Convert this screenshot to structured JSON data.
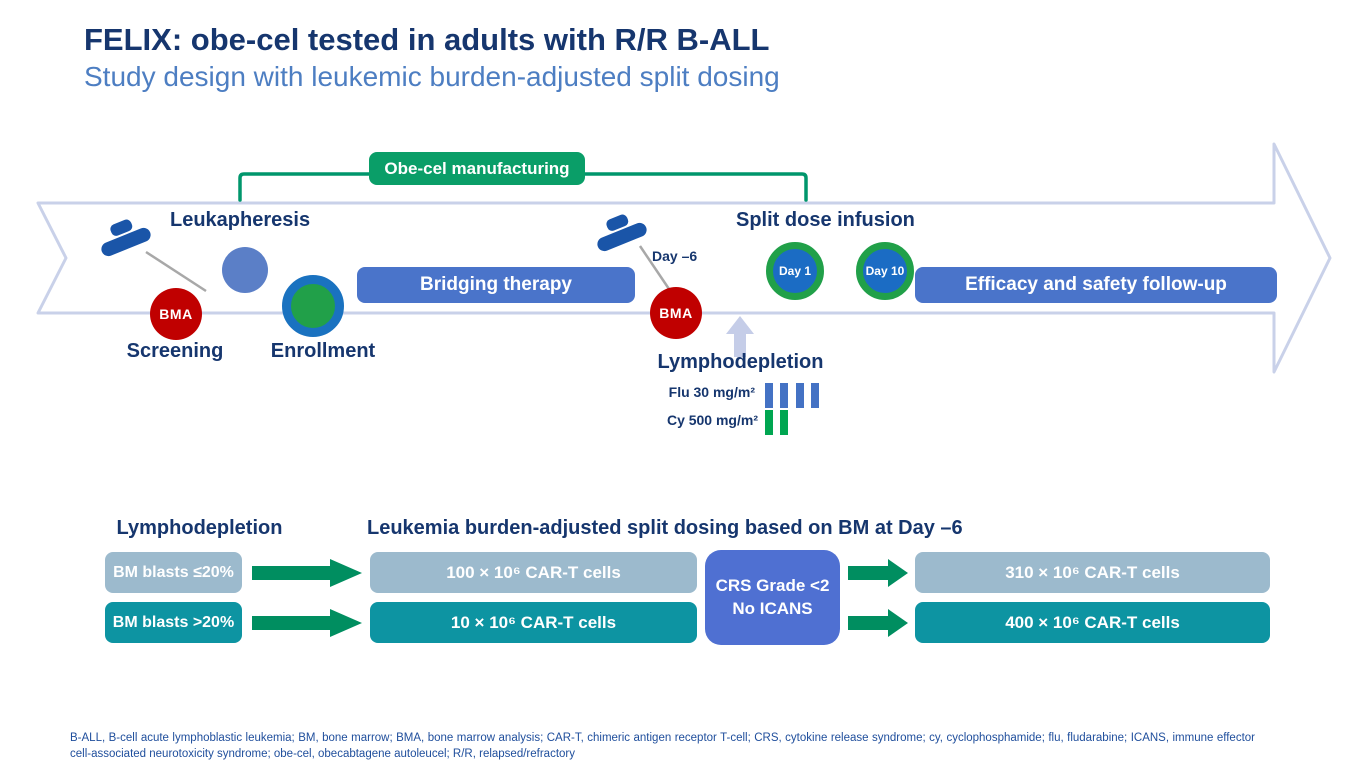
{
  "header": {
    "title": "FELIX: obe-cel tested in adults with R/R B-ALL",
    "subtitle": "Study design with leukemic burden-adjusted split dosing"
  },
  "timeline": {
    "manufacturing_banner": "Obe-cel manufacturing",
    "leukapheresis_label": "Leukapheresis",
    "bma_label": "BMA",
    "screening_label": "Screening",
    "enrollment_label": "Enrollment",
    "bridging_banner": "Bridging therapy",
    "day_minus6_label": "Day –6",
    "split_dose_label": "Split dose infusion",
    "day1_label": "Day 1",
    "day10_label": "Day 10",
    "followup_banner": "Efficacy and safety follow-up",
    "lymphodepletion_label": "Lymphodepletion",
    "flu_dose_label": "Flu 30 mg/m²",
    "cy_dose_label": "Cy 500 mg/m²",
    "flu_bar_count": 4,
    "cy_bar_count": 2
  },
  "dosing": {
    "lymphodepletion_header": "Lymphodepletion",
    "dosing_header": "Leukemia burden-adjusted split dosing based on BM at Day –6",
    "rows": [
      {
        "criterion": "BM blasts ≤20%",
        "initial_dose": "100 × 10⁶ CAR-T cells",
        "second_dose": "310 × 10⁶ CAR-T cells"
      },
      {
        "criterion": "BM blasts >20%",
        "initial_dose": "10 × 10⁶ CAR-T cells",
        "second_dose": "400 × 10⁶ CAR-T cells"
      }
    ],
    "gate": [
      "CRS Grade <2",
      "No ICANS"
    ]
  },
  "footnote": "B-ALL, B-cell acute lymphoblastic leukemia; BM, bone marrow; BMA, bone marrow analysis; CAR-T, chimeric antigen receptor T-cell; CRS, cytokine release syndrome; cy, cyclophosphamide; flu, fludarabine; ICANS, immune effector cell-associated neurotoxicity syndrome; obe-cel, obecabtagene autoleucel; R/R, relapsed/refractory",
  "colors": {
    "title_navy": "#16366e",
    "subtitle_blue": "#4d7ec2",
    "banner_blue": "#4a74ca",
    "manufacturing_green": "#0a9e68",
    "bracket_green": "#00966c",
    "flow_arrow_green": "#008e60",
    "teal": "#0d94a2",
    "steel_blue": "#9cbacd",
    "gate_blue": "#4f70d2",
    "bma_red": "#c00000",
    "timeline_outline_lavender": "#c9d1e9",
    "day_circle_blue": "#1b6cc4",
    "day_circle_ring_green": "#21a049",
    "cell_circle_blue": "#5b7fc7",
    "flu_bar_blue": "#4472c4",
    "cy_bar_green": "#00a651"
  }
}
